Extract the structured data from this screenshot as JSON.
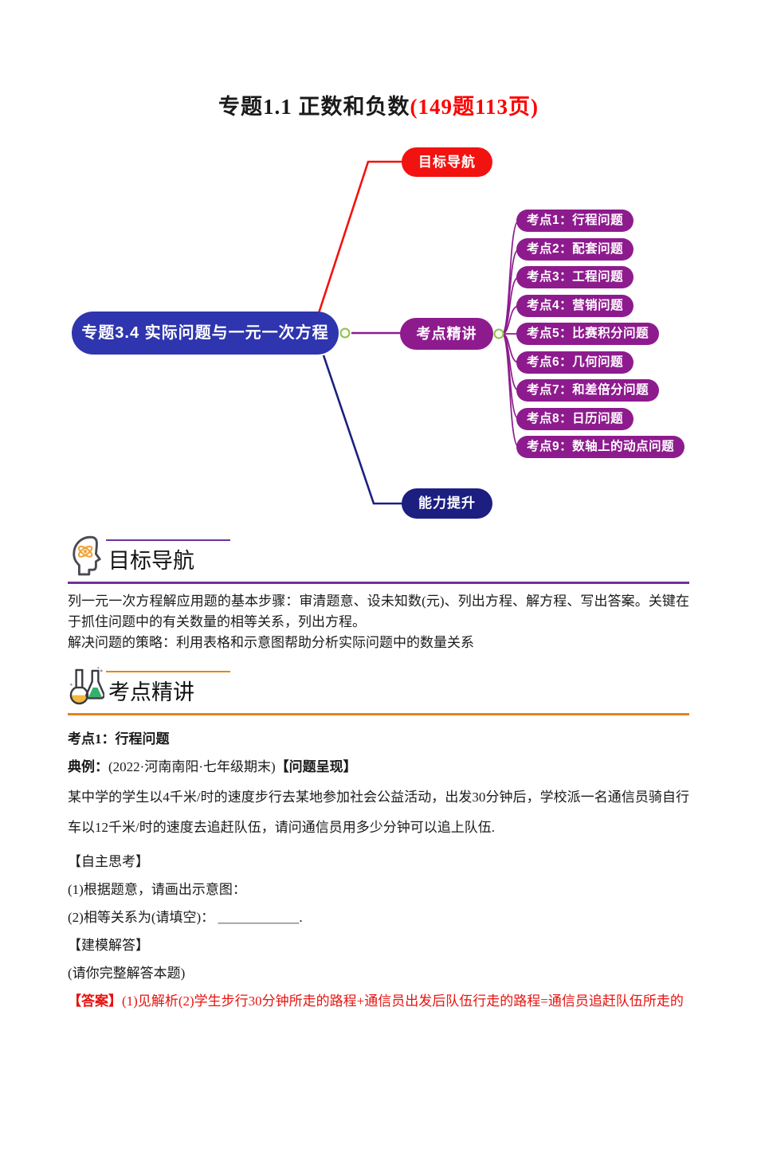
{
  "title": {
    "black": "专题1.1 正数和负数",
    "red": "(149题113页)"
  },
  "colors": {
    "node_red": "#f2120f",
    "node_blue": "#2e35ae",
    "node_purple": "#8e1b8e",
    "node_navy": "#1c1f80",
    "connector_purple": "#8e1b8e",
    "connector_green_ring": "#8fc04c",
    "rule_purple": "#7030a0",
    "rule_orange": "#e8821e",
    "title_red": "#ff0000",
    "answer_red": "#e8130f"
  },
  "icons": {
    "goal_section": "thinking-head-icon",
    "topics_section": "lab-flasks-icon"
  },
  "mindmap": {
    "root": "专题3.4 实际问题与一元一次方程",
    "goal": "目标导航",
    "topics": "考点精讲",
    "ability": "能力提升",
    "children": [
      "考点1：行程问题",
      "考点2：配套问题",
      "考点3：工程问题",
      "考点4：营销问题",
      "考点5：比赛积分问题",
      "考点6：几何问题",
      "考点7：和差倍分问题",
      "考点8：日历问题",
      "考点9：数轴上的动点问题"
    ]
  },
  "goal_section": {
    "heading": "目标导航",
    "paragraph1": "列一元一次方程解应用题的基本步骤：审清题意、设未知数(元)、列出方程、解方程、写出答案。关键在于抓住问题中的有关数量的相等关系，列出方程。",
    "paragraph2": "解决问题的策略：利用表格和示意图帮助分析实际问题中的数量关系"
  },
  "topics_section": {
    "heading": "考点精讲",
    "kaodian1": "考点1：行程问题",
    "example_label": "典例：",
    "example_source": "(2022·河南南阳·七年级期末)",
    "example_tag": "【问题呈现】",
    "problem": "某中学的学生以4千米/时的速度步行去某地参加社会公益活动，出发30分钟后，学校派一名通信员骑自行车以12千米/时的速度去追赶队伍，请问通信员用多少分钟可以追上队伍.",
    "self_think": "【自主思考】",
    "q1": "(1)根据题意，请画出示意图：",
    "q2_prefix": "(2)相等关系为(请填空)：",
    "q2_blank": "＿＿＿＿＿＿",
    "q2_suffix": ".",
    "model_answer": "【建模解答】",
    "complete_note": "(请你完整解答本题)",
    "answer_label": "【答案】",
    "answer_text": "(1)见解析(2)学生步行30分钟所走的路程+通信员出发后队伍行走的路程=通信员追赶队伍所走的"
  }
}
